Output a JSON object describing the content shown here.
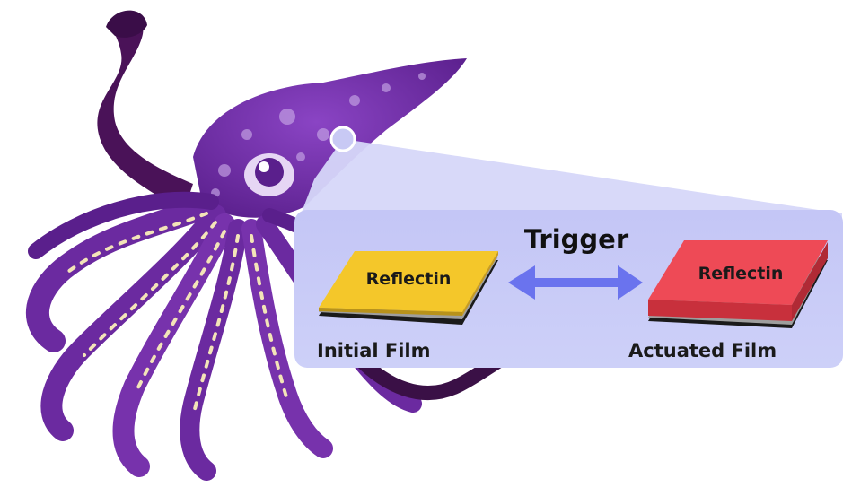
{
  "trigger_label": "Trigger",
  "initial": {
    "film_text": "Reflectin",
    "caption": "Initial Film",
    "color": "#f4c72a"
  },
  "actuated": {
    "film_text": "Reflectin",
    "caption": "Actuated Film",
    "color": "#ee4a56"
  },
  "arrow_color": "#6a73ee",
  "panel_color": "#c9cbf7",
  "squid_color": "#6b2aa0",
  "squid_dark_color": "#3a1046"
}
